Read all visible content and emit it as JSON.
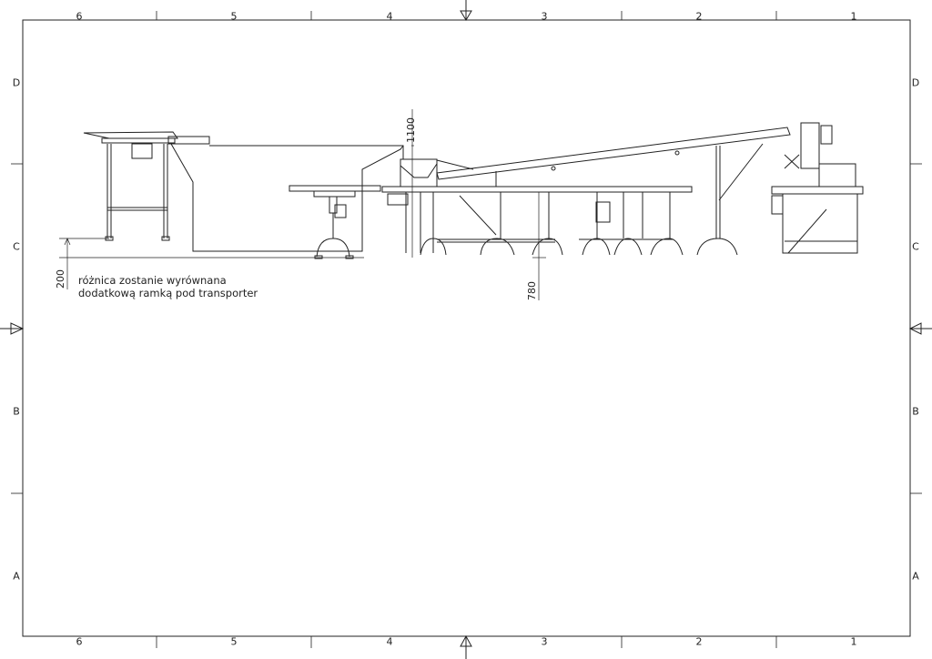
{
  "frame": {
    "columns": [
      "6",
      "5",
      "4",
      "3",
      "2",
      "1"
    ],
    "rows": [
      "D",
      "C",
      "B",
      "A"
    ]
  },
  "annotations": {
    "note_line1": "różnica zostanie wyrównana",
    "note_line2": "dodatkową ramką pod transporter",
    "dim_200": "200",
    "dim_1100": "1100",
    "dim_780": "780"
  }
}
